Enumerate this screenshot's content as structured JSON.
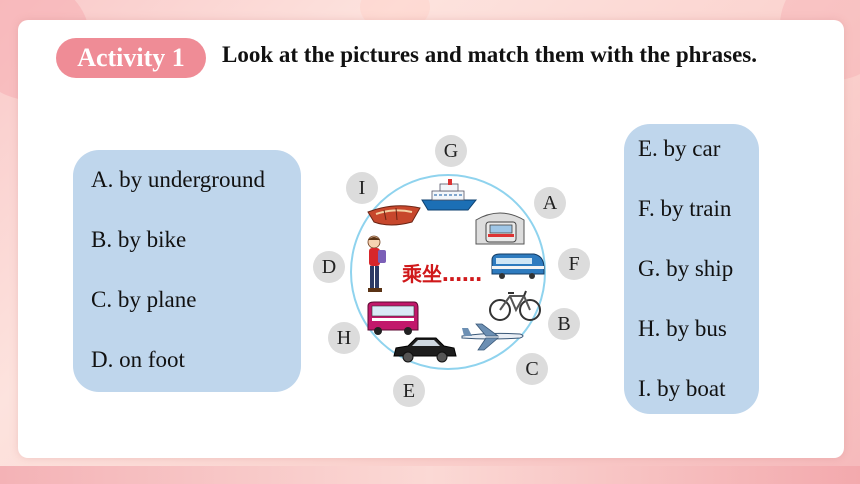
{
  "activity": {
    "badge": "Activity 1",
    "instruction": "Look at the pictures and match them with the phrases."
  },
  "left_phrases": [
    "A. by underground",
    "B. by bike",
    "C. by plane",
    "D. on foot"
  ],
  "right_phrases": [
    "E. by car",
    "F. by train",
    "G. by ship",
    "H. by bus",
    "I. by boat"
  ],
  "circle": {
    "center_text": "乘坐……",
    "letters": {
      "g": "G",
      "i": "I",
      "a": "A",
      "f": "F",
      "d": "D",
      "b": "B",
      "h": "H",
      "c": "C",
      "e": "E"
    }
  },
  "icons": [
    "ship-icon",
    "boat-icon",
    "underground-icon",
    "train-icon",
    "walking-boy-icon",
    "bike-icon",
    "bus-icon",
    "car-icon",
    "plane-icon"
  ],
  "colors": {
    "badge": "#ef8c96",
    "panel": "#bfd6ec",
    "ring": "#8fd3ee",
    "center_text": "#d0191b",
    "letter_bg": "#dcdcdc"
  }
}
